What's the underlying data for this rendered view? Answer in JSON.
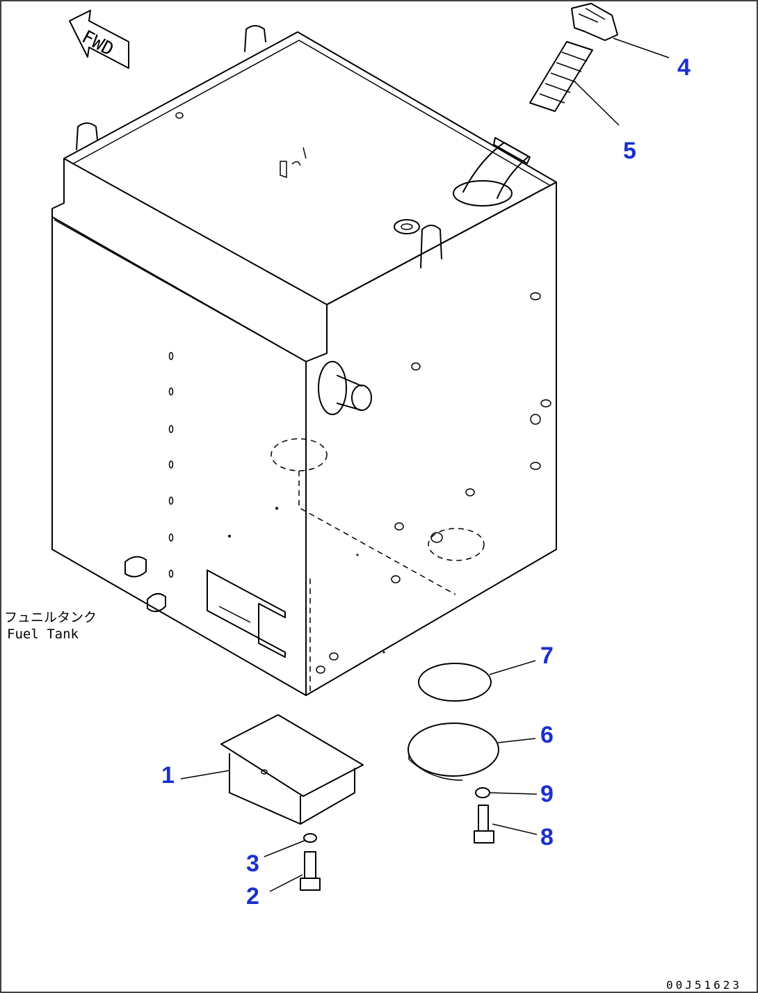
{
  "diagram": {
    "forward_mark": "FWD",
    "tank_label_jp": "フュニルタンク",
    "tank_label_en": "Fuel Tank",
    "drawing_code": "00J51623",
    "callouts": [
      "1",
      "2",
      "3",
      "4",
      "5",
      "6",
      "7",
      "8",
      "9"
    ]
  }
}
